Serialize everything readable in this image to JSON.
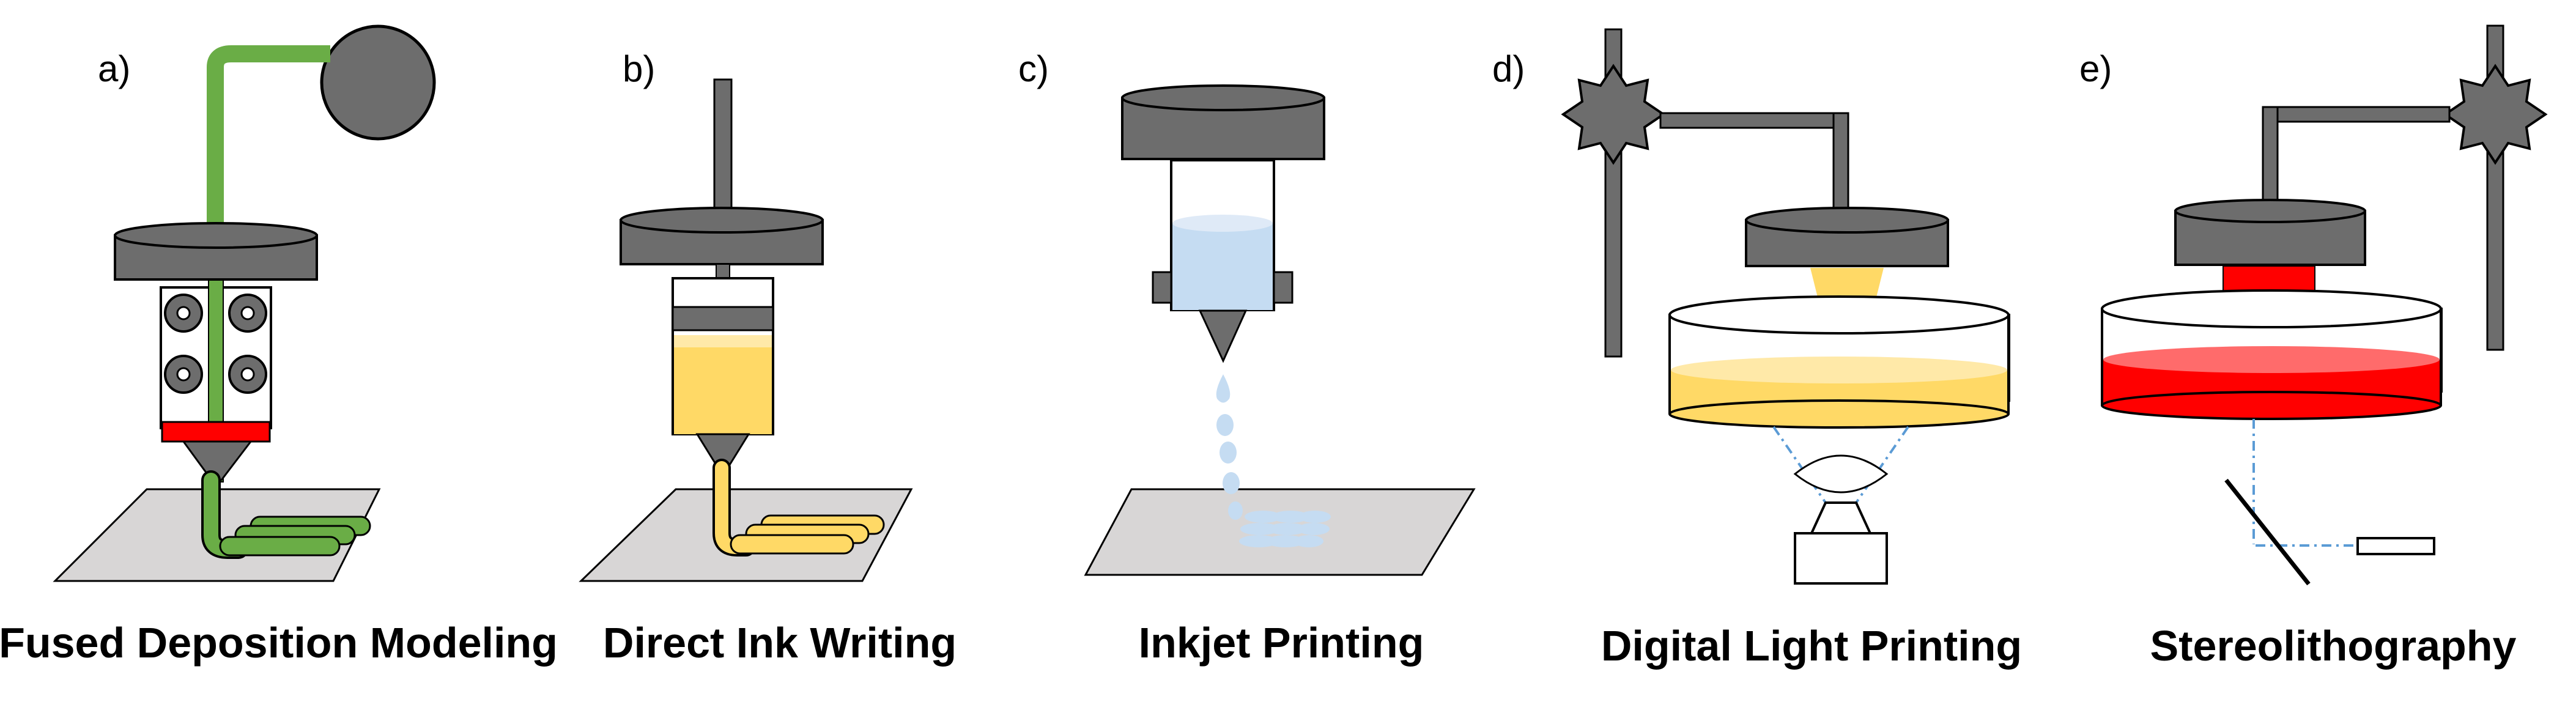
{
  "panels": [
    {
      "letter": "a)",
      "title": "Fused Deposition Modeling"
    },
    {
      "letter": "b)",
      "title": "Direct Ink Writing"
    },
    {
      "letter": "c)",
      "title": "Inkjet Printing"
    },
    {
      "letter": "d)",
      "title": "Digital Light Printing"
    },
    {
      "letter": "e)",
      "title": "Stereolithography"
    }
  ],
  "colors": {
    "machine_gray": "#6d6d6d",
    "outline": "#000000",
    "build_plate": "#d8d6d6",
    "filament_green": "#6aad46",
    "heater_red": "#ff0000",
    "ink_yellow": "#ffd966",
    "inkjet_blue": "#c5dcf2",
    "beam_blue": "#5b9bd5"
  }
}
